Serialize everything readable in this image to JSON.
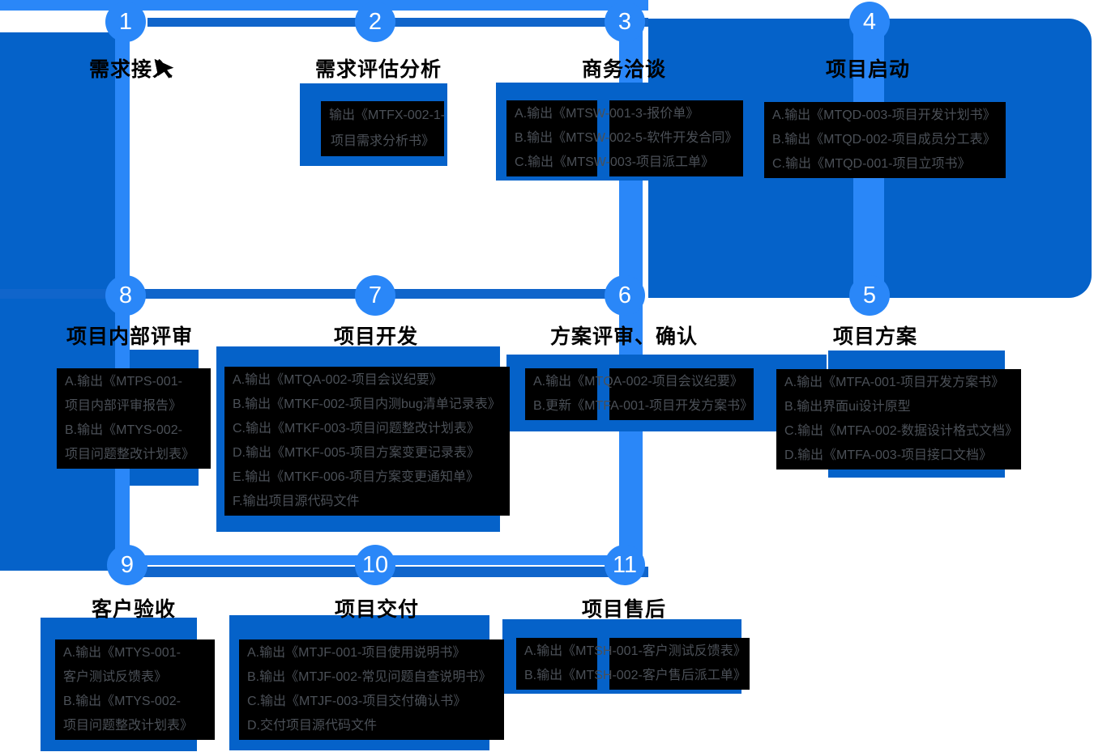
{
  "colors": {
    "accent_light": "#2A87F8",
    "accent_dark": "#1065CB",
    "panel": "#0562C9",
    "box_background": "#000000",
    "box_text": "#4B5057",
    "title_text": "#000000",
    "number_text": "#FFFFFF"
  },
  "steps": [
    {
      "number": "1",
      "title": "需求接入",
      "outputs": []
    },
    {
      "number": "2",
      "title": "需求评估分析",
      "outputs": [
        "输出《MTFX-002-1-",
        "项目需求分析书》"
      ]
    },
    {
      "number": "3",
      "title": "商务洽谈",
      "outputs": [
        "A.输出《MTSW-001-3-报价单》",
        "B.输出《MTSW-002-5-软件开发合同》",
        "C.输出《MTSW-003-项目派工单》"
      ]
    },
    {
      "number": "4",
      "title": "项目启动",
      "outputs": [
        "A.输出《MTQD-003-项目开发计划书》",
        "B.输出《MTQD-002-项目成员分工表》",
        "C.输出《MTQD-001-项目立项书》"
      ]
    },
    {
      "number": "5",
      "title": "项目方案",
      "outputs": [
        "A.输出《MTFA-001-项目开发方案书》",
        "B.输出界面ui设计原型",
        "C.输出《MTFA-002-数据设计格式文档》",
        "D.输出《MTFA-003-项目接口文档》"
      ]
    },
    {
      "number": "6",
      "title": "方案评审、确认",
      "outputs": [
        "A.输出《MTQA-002-项目会议纪要》",
        "B.更新《MTFA-001-项目开发方案书》"
      ]
    },
    {
      "number": "7",
      "title": "项目开发",
      "outputs": [
        "A.输出《MTQA-002-项目会议纪要》",
        "B.输出《MTKF-002-项目内测bug清单记录表》",
        "C.输出《MTKF-003-项目问题整改计划表》",
        "D.输出《MTKF-005-项目方案变更记录表》",
        "E.输出《MTKF-006-项目方案变更通知单》",
        "F.输出项目源代码文件"
      ]
    },
    {
      "number": "8",
      "title": "项目内部评审",
      "outputs": [
        "A.输出《MTPS-001-",
        "项目内部评审报告》",
        "B.输出《MTYS-002-",
        "项目问题整改计划表》"
      ]
    },
    {
      "number": "9",
      "title": "客户验收",
      "outputs": [
        "A.输出《MTYS-001-",
        "客户测试反馈表》",
        "B.输出《MTYS-002-",
        "项目问题整改计划表》"
      ]
    },
    {
      "number": "10",
      "title": "项目交付",
      "outputs": [
        "A.输出《MTJF-001-项目使用说明书》",
        "B.输出《MTJF-002-常见问题自查说明书》",
        "C.输出《MTJF-003-项目交付确认书》",
        "D.交付项目源代码文件"
      ]
    },
    {
      "number": "11",
      "title": "项目售后",
      "outputs": [
        "A.输出《MTSH-001-客户测试反馈表》",
        "B.输出《MTSH-002-客户售后派工单》"
      ]
    }
  ]
}
